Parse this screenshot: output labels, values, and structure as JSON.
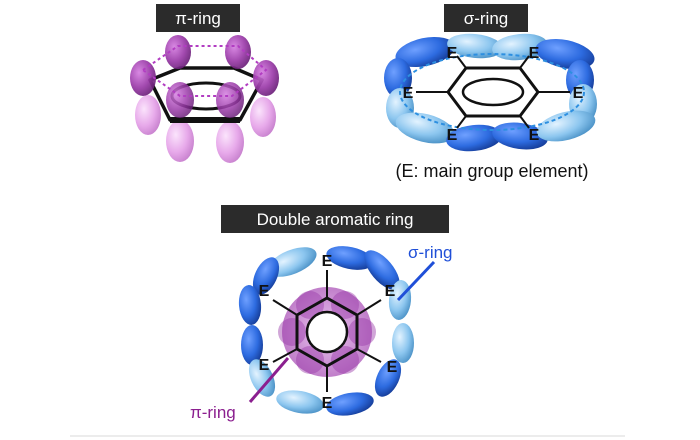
{
  "panels": {
    "pi_ring": {
      "label": "π-ring"
    },
    "sigma_ring": {
      "label": "σ-ring",
      "element_symbol": "E"
    },
    "caption": {
      "text": "(E: main group element)"
    },
    "double_ring": {
      "label": "Double aromatic ring",
      "element_symbol": "E",
      "sigma_callout": "σ-ring",
      "pi_callout": "π-ring"
    }
  },
  "colors": {
    "label_bg": "#2b2b2b",
    "pi_purple": "#8b2f9b",
    "pi_light": "#e2a4e6",
    "sigma_blue": "#2d6be0",
    "sigma_light": "#8cc6ef",
    "bond": "#111111",
    "callout_blue": "#1f4fd8",
    "callout_purple": "#8b1f8f"
  }
}
